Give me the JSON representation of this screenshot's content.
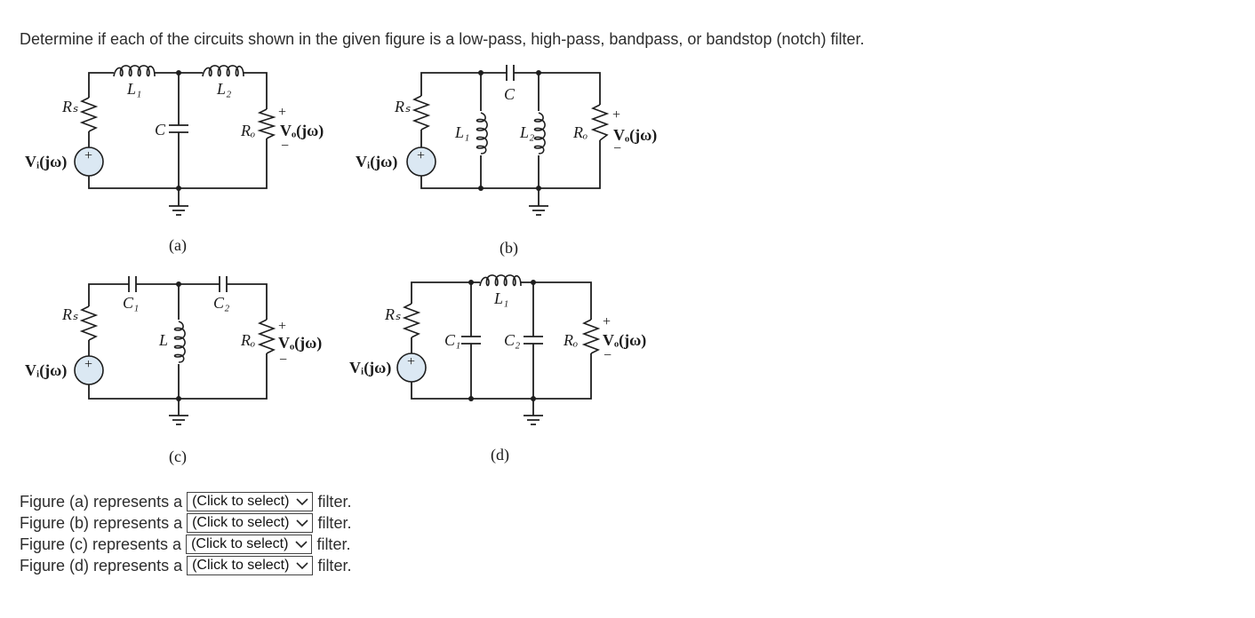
{
  "question": "Determine if each of the circuits shown in the given figure is a low-pass, high-pass, bandpass, or bandstop (notch) filter.",
  "figure": {
    "a": {
      "caption": "(a)",
      "L1": "L₁",
      "L2": "L₂",
      "C": "C",
      "Rs": "Rₛ",
      "Ro": "Rₒ",
      "Vi": "Vᵢ(jω)",
      "Vo": "Vₒ(jω)"
    },
    "b": {
      "caption": "(b)",
      "C": "C",
      "L1": "L₁",
      "L2": "L₂",
      "Rs": "Rₛ",
      "Ro": "Rₒ",
      "Vi": "Vᵢ(jω)",
      "Vo": "Vₒ(jω)"
    },
    "c": {
      "caption": "(c)",
      "C1": "C₁",
      "C2": "C₂",
      "L": "L",
      "Rs": "Rₛ",
      "Ro": "Rₒ",
      "Vi": "Vᵢ(jω)",
      "Vo": "Vₒ(jω)"
    },
    "d": {
      "caption": "(d)",
      "L1": "L₁",
      "C1": "C₁",
      "C2": "C₂",
      "Rs": "Rₛ",
      "Ro": "Rₒ",
      "Vi": "Vᵢ(jω)",
      "Vo": "Vₒ(jω)"
    },
    "plus": "+",
    "minus": "−"
  },
  "answers": [
    {
      "prefix": "Figure (a) represents a",
      "select": "(Click to select)",
      "suffix": "filter."
    },
    {
      "prefix": "Figure (b) represents a",
      "select": "(Click to select)",
      "suffix": "filter."
    },
    {
      "prefix": "Figure (c) represents a",
      "select": "(Click to select)",
      "suffix": "filter."
    },
    {
      "prefix": "Figure (d) represents a",
      "select": "(Click to select)",
      "suffix": "filter."
    }
  ]
}
